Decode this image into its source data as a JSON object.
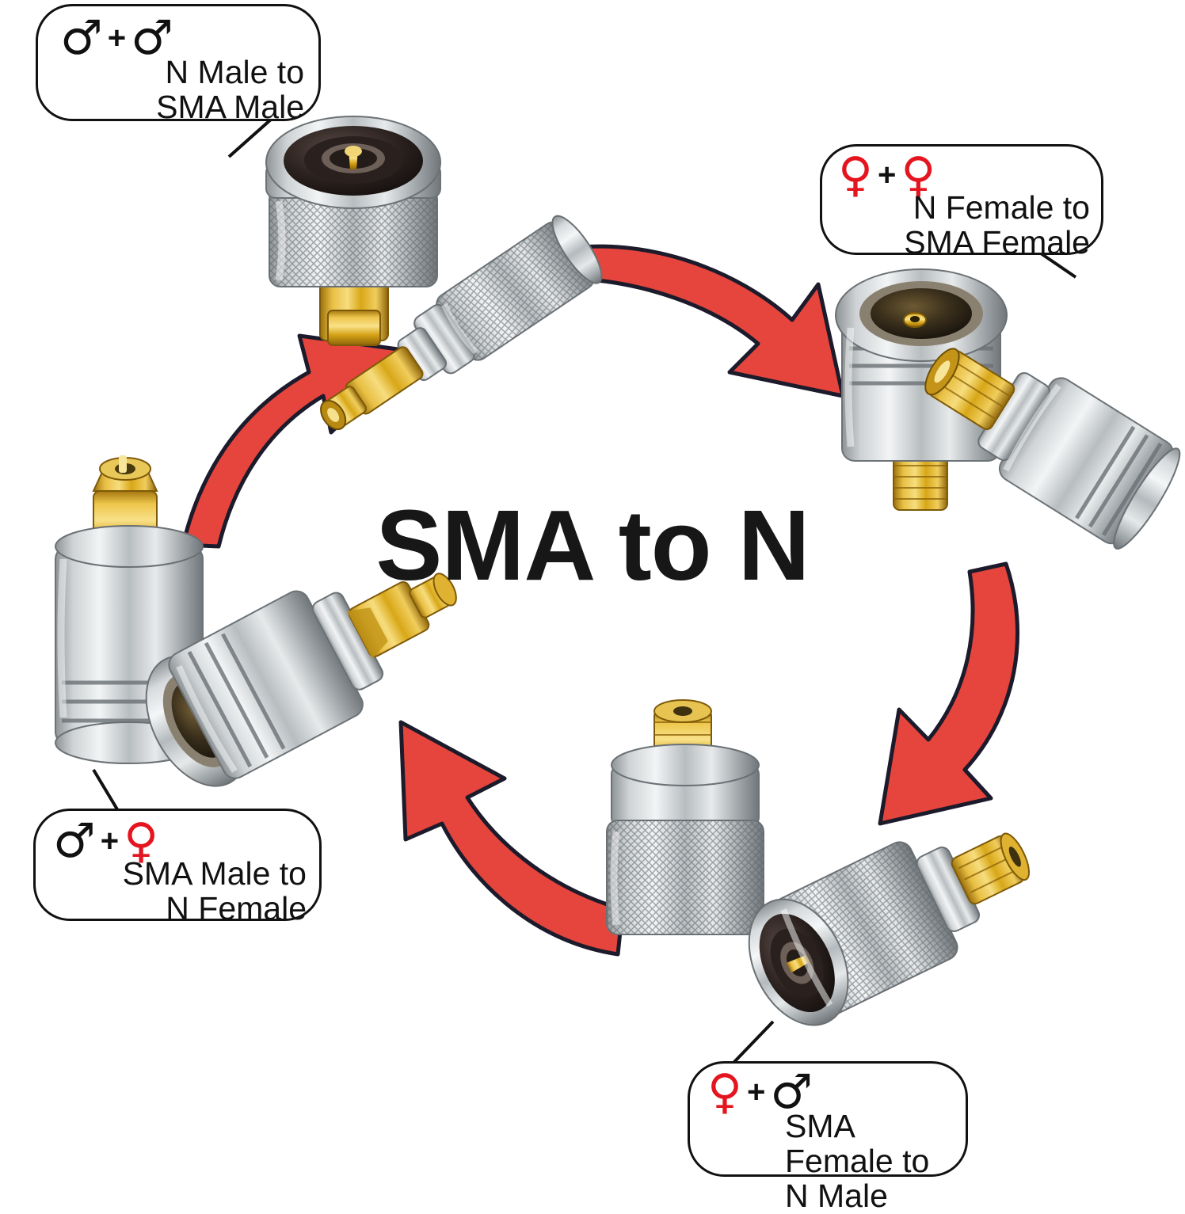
{
  "title": "SMA to N",
  "colors": {
    "arrow_red": "#E5453C",
    "arrow_outline": "#1a1a2e",
    "female_symbol": "#E4151F",
    "male_symbol": "#111111",
    "metal_silver": "#c9ccce",
    "metal_gold": "#d4a017",
    "background": "#ffffff",
    "text": "#111111"
  },
  "callouts": [
    {
      "id": "n-male-to-sma-male",
      "symbols": [
        "male",
        "male"
      ],
      "symbol_glyphs": [
        "♂",
        "♂"
      ],
      "plus": "+",
      "label": "N Male to\nSMA Male"
    },
    {
      "id": "n-female-to-sma-female",
      "symbols": [
        "female",
        "female"
      ],
      "symbol_glyphs": [
        "♀",
        "♀"
      ],
      "plus": "+",
      "label": "N Female to\nSMA Female"
    },
    {
      "id": "sma-male-to-n-female",
      "symbols": [
        "male",
        "female"
      ],
      "symbol_glyphs": [
        "♂",
        "♀"
      ],
      "plus": "+",
      "label": "SMA Male to\nN Female"
    },
    {
      "id": "sma-female-to-n-male",
      "symbols": [
        "female",
        "male"
      ],
      "symbol_glyphs": [
        "♀",
        "♂"
      ],
      "plus": "+",
      "label": "SMA Female to\nN Male"
    }
  ],
  "arrows": [
    {
      "id": "arrow-bottom-left-to-top-left",
      "direction": "up-right"
    },
    {
      "id": "arrow-top-left-to-top-right",
      "direction": "down-right"
    },
    {
      "id": "arrow-top-right-to-bottom-right",
      "direction": "down-left"
    },
    {
      "id": "arrow-bottom-right-to-bottom-left",
      "direction": "up-left"
    }
  ],
  "connector_groups": [
    {
      "id": "group-n-male-sma-male",
      "pieces": 2,
      "callout": "n-male-to-sma-male"
    },
    {
      "id": "group-n-female-sma-female",
      "pieces": 2,
      "callout": "n-female-to-sma-female"
    },
    {
      "id": "group-sma-female-n-male",
      "pieces": 2,
      "callout": "sma-female-to-n-male"
    },
    {
      "id": "group-sma-male-n-female",
      "pieces": 2,
      "callout": "sma-male-to-n-female"
    }
  ]
}
